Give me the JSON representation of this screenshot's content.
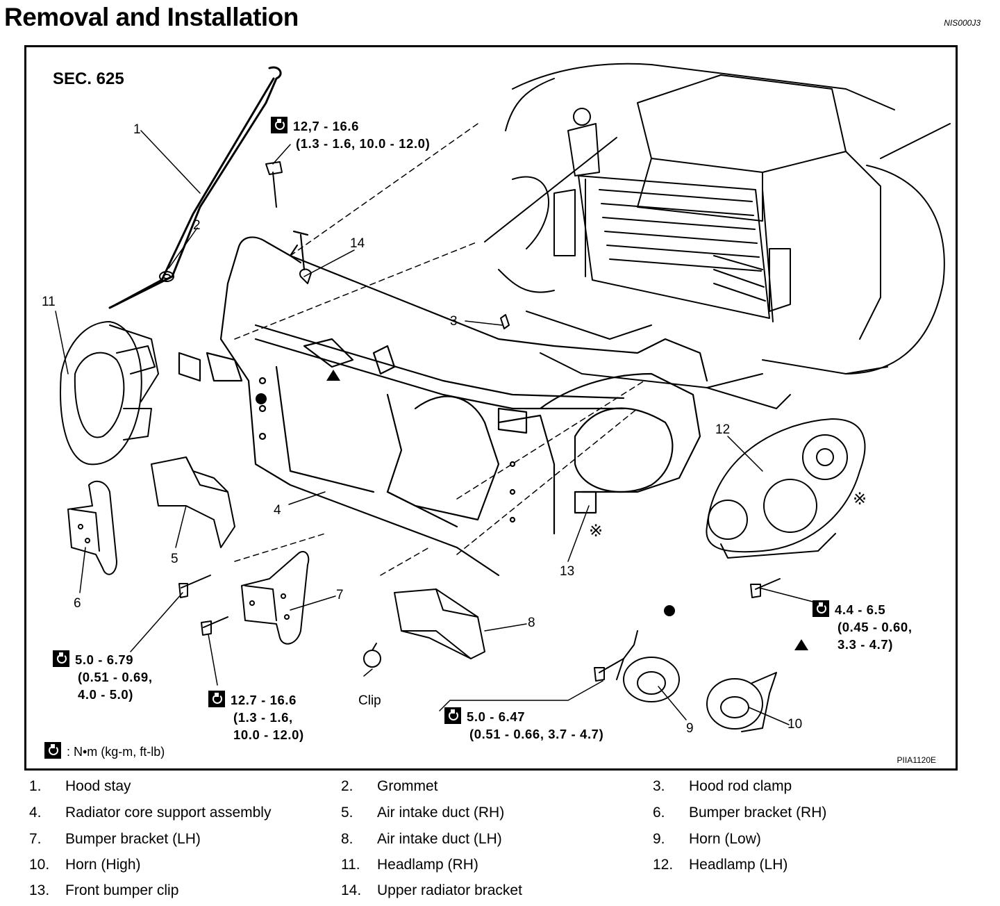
{
  "header": {
    "title": "Removal and Installation",
    "doc_id": "NIS000J3"
  },
  "figure": {
    "section": "SEC. 625",
    "figure_id": "PIIA1120E",
    "legend_unit": ": N•m (kg-m, ft-lb)",
    "torques": [
      {
        "l1": "12,7 - 16.6",
        "l2": "(1.3 - 1.6, 10.0 - 12.0)"
      },
      {
        "l1": "5.0 - 6.79",
        "l2": "(0.51 - 0.69,",
        "l3": "4.0 - 5.0)"
      },
      {
        "l1": "12.7 - 16.6",
        "l2": "(1.3 - 1.6,",
        "l3": "10.0 - 12.0)"
      },
      {
        "l1": "5.0 - 6.47",
        "l2": "(0.51 - 0.66, 3.7 - 4.7)"
      },
      {
        "l1": "4.4 - 6.5",
        "l2": "(0.45 - 0.60,",
        "l3": "3.3 - 4.7)"
      }
    ],
    "callouts": [
      "1",
      "2",
      "3",
      "4",
      "5",
      "6",
      "7",
      "8",
      "9",
      "10",
      "11",
      "12",
      "13",
      "14",
      "Clip"
    ],
    "symbols": {
      "reference_mark": "※"
    }
  },
  "parts": [
    {
      "n": "1.",
      "name": "Hood stay"
    },
    {
      "n": "2.",
      "name": "Grommet"
    },
    {
      "n": "3.",
      "name": "Hood rod clamp"
    },
    {
      "n": "4.",
      "name": "Radiator core support assembly"
    },
    {
      "n": "5.",
      "name": "Air intake duct (RH)"
    },
    {
      "n": "6.",
      "name": "Bumper bracket (RH)"
    },
    {
      "n": "7.",
      "name": "Bumper bracket (LH)"
    },
    {
      "n": "8.",
      "name": "Air intake duct (LH)"
    },
    {
      "n": "9.",
      "name": "Horn (Low)"
    },
    {
      "n": "10.",
      "name": "Horn (High)"
    },
    {
      "n": "11.",
      "name": "Headlamp (RH)"
    },
    {
      "n": "12.",
      "name": "Headlamp (LH)"
    },
    {
      "n": "13.",
      "name": "Front bumper clip"
    },
    {
      "n": "14.",
      "name": "Upper radiator bracket"
    }
  ]
}
